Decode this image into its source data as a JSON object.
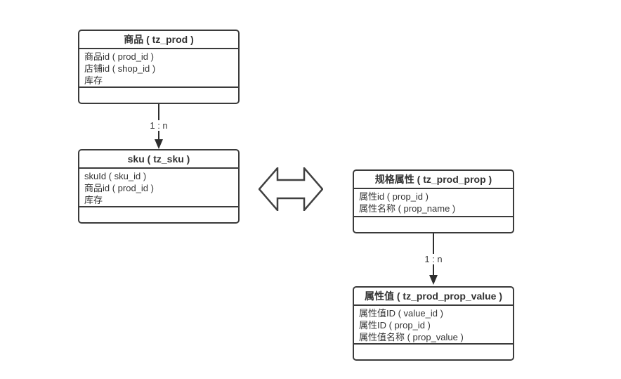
{
  "diagram": {
    "colors": {
      "background": "#ffffff",
      "border": "#3b3b3b",
      "text": "#333333",
      "connector": "#2e2e2e"
    },
    "entities": [
      {
        "id": "prod",
        "title": "商品 ( tz_prod )",
        "fields": [
          "商品id ( prod_id )",
          "店铺id ( shop_id )",
          "库存"
        ]
      },
      {
        "id": "sku",
        "title": "sku ( tz_sku )",
        "fields": [
          "skuId ( sku_id )",
          "商品id ( prod_id )",
          "库存"
        ]
      },
      {
        "id": "prod_prop",
        "title": "规格属性 ( tz_prod_prop )",
        "fields": [
          "属性id ( prop_id )",
          "属性名称 ( prop_name )"
        ]
      },
      {
        "id": "prod_prop_value",
        "title": "属性值 ( tz_prod_prop_value )",
        "fields": [
          "属性值ID ( value_id )",
          "属性ID ( prop_id )",
          "属性值名称 ( prop_value )"
        ]
      }
    ],
    "connectors": [
      {
        "from": "prod",
        "to": "sku",
        "label": "1 : n"
      },
      {
        "from": "prod_prop",
        "to": "prod_prop_value",
        "label": "1 : n"
      }
    ]
  }
}
